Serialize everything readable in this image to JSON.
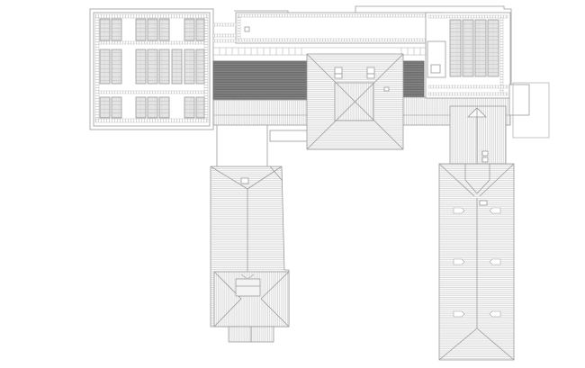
{
  "drawing": {
    "type": "roof plan",
    "line_color": "#9a9a9a",
    "hatch_color": "#c4c4c4",
    "dark_fill": "#6e6e6e",
    "background": "#ffffff",
    "parts": [
      {
        "id": "west-block",
        "label": "Flat roof with solar panel arrays"
      },
      {
        "id": "north-range",
        "label": "Long flat roof strip"
      },
      {
        "id": "central-pavilion",
        "label": "Hipped roof pavilion"
      },
      {
        "id": "east-block",
        "label": "Flat roof with solar panel arrays"
      },
      {
        "id": "west-wing",
        "label": "Gabled wing with hipped end pavilion"
      },
      {
        "id": "east-wing",
        "label": "Long gabled wing with dormers"
      },
      {
        "id": "annex",
        "label": "Small annex"
      }
    ]
  }
}
